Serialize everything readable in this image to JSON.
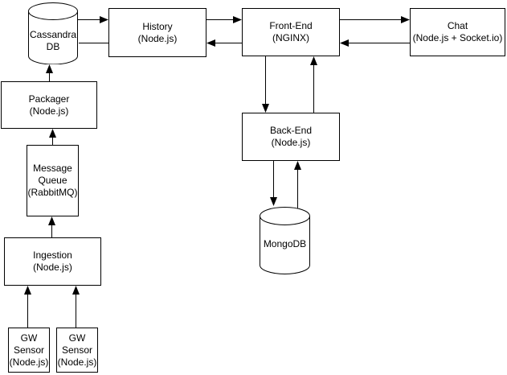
{
  "diagram": {
    "background_color": "#ffffff",
    "stroke_color": "#000000",
    "node_fill_color": "#ffffff",
    "text_color": "#000000",
    "nodes": {
      "cassandra_db": {
        "shape": "cylinder",
        "lines": [
          "Cassandra",
          "DB"
        ]
      },
      "history": {
        "shape": "rect",
        "lines": [
          "History",
          "(Node.js)"
        ]
      },
      "front_end": {
        "shape": "rect",
        "lines": [
          "Front-End",
          "(NGINX)"
        ]
      },
      "chat": {
        "shape": "rect",
        "lines": [
          "Chat",
          "(Node.js + Socket.io)"
        ]
      },
      "packager": {
        "shape": "rect",
        "lines": [
          "Packager",
          "(Node.js)"
        ]
      },
      "message_queue": {
        "shape": "rect",
        "lines": [
          "Message",
          "Queue",
          "(RabbitMQ)"
        ]
      },
      "ingestion": {
        "shape": "rect",
        "lines": [
          "Ingestion",
          "(Node.js)"
        ]
      },
      "gw_sensor_1": {
        "shape": "rect",
        "lines": [
          "GW",
          "Sensor",
          "(Node.js)"
        ]
      },
      "gw_sensor_2": {
        "shape": "rect",
        "lines": [
          "GW",
          "Sensor",
          "(Node.js)"
        ]
      },
      "back_end": {
        "shape": "rect",
        "lines": [
          "Back-End",
          "(Node.js)"
        ]
      },
      "mongodb": {
        "shape": "cylinder",
        "lines": [
          "MongoDB"
        ]
      }
    },
    "edges": [
      {
        "from": "cassandra_db",
        "to": "history",
        "arrowhead": true
      },
      {
        "from": "history",
        "to": "cassandra_db",
        "arrowhead": false
      },
      {
        "from": "history",
        "to": "front_end",
        "arrowhead": true
      },
      {
        "from": "front_end",
        "to": "history",
        "arrowhead": true
      },
      {
        "from": "front_end",
        "to": "chat",
        "arrowhead": true
      },
      {
        "from": "chat",
        "to": "front_end",
        "arrowhead": true
      },
      {
        "from": "packager",
        "to": "cassandra_db",
        "arrowhead": true
      },
      {
        "from": "message_queue",
        "to": "packager",
        "arrowhead": true
      },
      {
        "from": "ingestion",
        "to": "message_queue",
        "arrowhead": true
      },
      {
        "from": "gw_sensor_1",
        "to": "ingestion",
        "arrowhead": true
      },
      {
        "from": "gw_sensor_2",
        "to": "ingestion",
        "arrowhead": true
      },
      {
        "from": "front_end",
        "to": "back_end",
        "arrowhead": true
      },
      {
        "from": "back_end",
        "to": "front_end",
        "arrowhead": true
      },
      {
        "from": "back_end",
        "to": "mongodb",
        "arrowhead": true
      },
      {
        "from": "mongodb",
        "to": "back_end",
        "arrowhead": true
      }
    ]
  }
}
